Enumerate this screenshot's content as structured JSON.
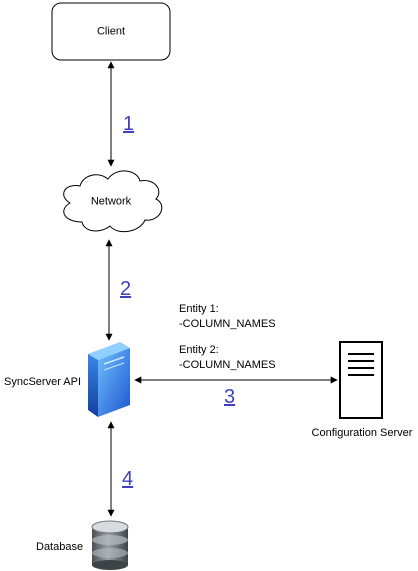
{
  "nodes": {
    "client": {
      "label": "Client"
    },
    "network": {
      "label": "Network"
    },
    "syncserver": {
      "label": "SyncServer API"
    },
    "config_server": {
      "label": "Configuration Server"
    },
    "database": {
      "label": "Database"
    }
  },
  "steps": [
    "1",
    "2",
    "3",
    "4"
  ],
  "annotation": {
    "entity1_name": "Entity 1:",
    "entity1_cols": "-COLUMN_NAMES",
    "entity2_name": "Entity 2:",
    "entity2_cols": "-COLUMN_NAMES"
  },
  "colors": {
    "step_text": "#3f3fbf",
    "server_gradient_light": "#5fb3ff",
    "server_gradient_dark": "#1f5fd6",
    "database_gray": "#6e7478"
  }
}
